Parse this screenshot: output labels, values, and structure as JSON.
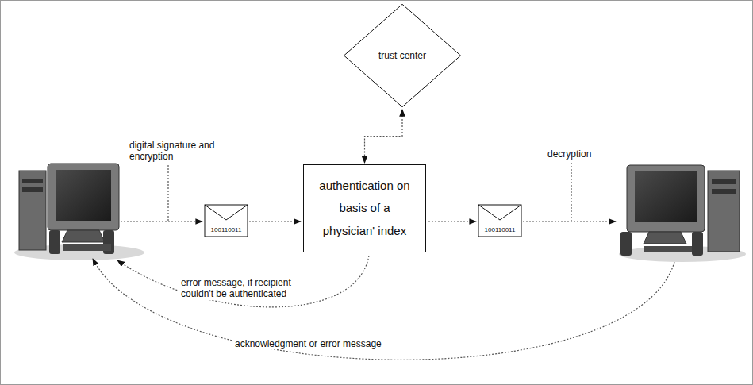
{
  "diagram": {
    "nodes": [
      {
        "text": [
          "trust center"
        ]
      },
      {
        "text": [
          "authentication on basis of a physician' index"
        ]
      }
    ],
    "edges": [
      {
        "from": 0,
        "to": 1,
        "arrow": "both"
      }
    ],
    "labels": [
      "digital signature and encryption",
      "100110011",
      "100110011",
      "decryption",
      "error message, if recipient couldn't be authenticated",
      "acknowledgment or error message"
    ]
  }
}
